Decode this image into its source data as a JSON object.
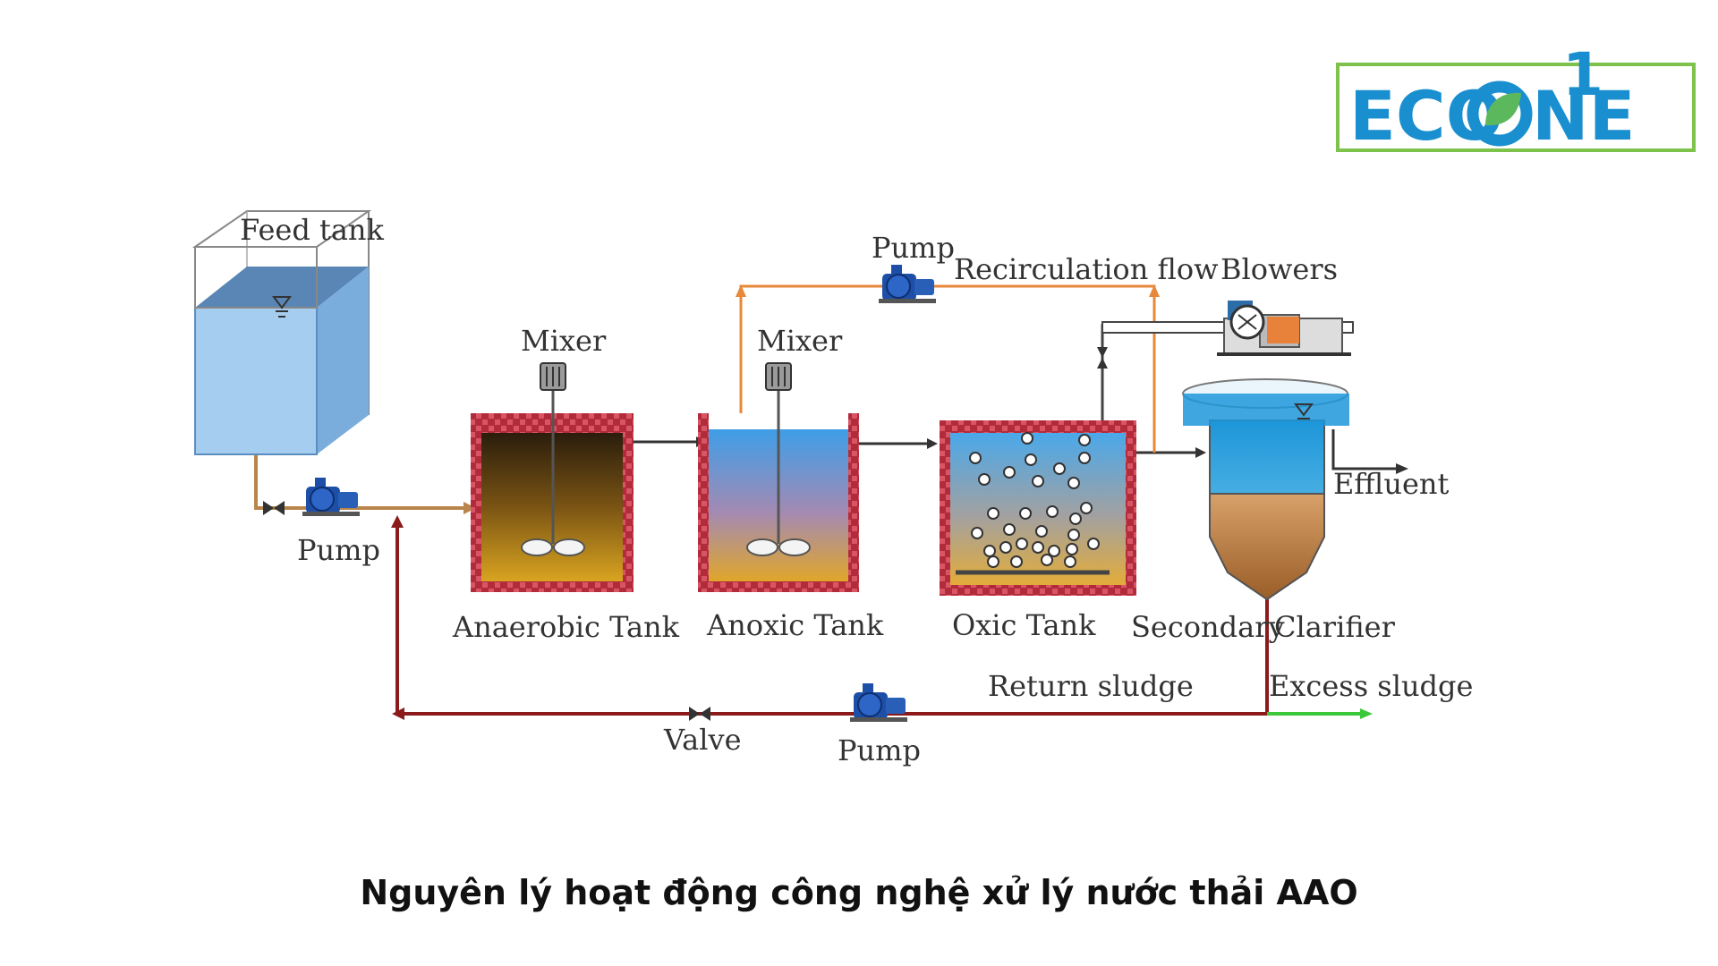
{
  "logo": {
    "text_prefix": "ECO",
    "text_suffix": "NE",
    "digit": "1",
    "border_color": "#7dc24b",
    "text_color": "#1a8fd0",
    "leaf_color": "#5cb85c"
  },
  "labels": {
    "feed_tank": "Feed tank",
    "pump_feed": "Pump",
    "mixer_1": "Mixer",
    "mixer_2": "Mixer",
    "pump_recirc": "Pump",
    "recirculation_flow": "Recirculation  flow",
    "blowers": "Blowers",
    "anaerobic_tank": "Anaerobic Tank",
    "anoxic_tank": "Anoxic Tank",
    "oxic_tank": "Oxic  Tank",
    "secondary": "Secondary",
    "clarifier": "Clarifier",
    "effluent": "Effluent",
    "return_sludge": "Return sludge",
    "excess_sludge": "Excess sludge",
    "valve": "Valve",
    "pump_return": "Pump"
  },
  "caption": "Nguyên lý hoạt động công nghệ xử lý nước thải AAO",
  "colors": {
    "feed_pipe": "#b8864b",
    "recirc_pipe": "#e8883a",
    "return_pipe": "#8b1a1a",
    "excess_pipe": "#3ac83a",
    "brick": "#b22b3a",
    "pump_blue": "#1d4fa8"
  }
}
